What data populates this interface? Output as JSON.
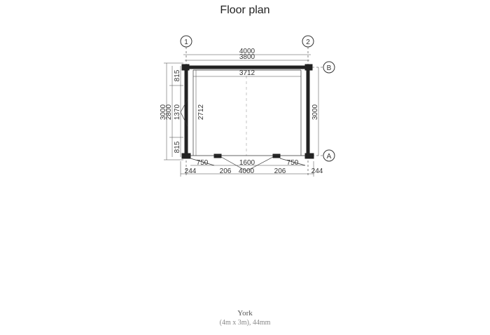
{
  "title": "Floor plan",
  "axes": {
    "col_1": "1",
    "col_2": "2",
    "row_A": "A",
    "row_B": "B"
  },
  "dimensions": {
    "top_outer": "4000",
    "top_inner": "3800",
    "interior_width": "3712",
    "left_outer": "3000",
    "left_inner": "2800",
    "left_segment_top": "815",
    "left_segment_mid": "1370",
    "left_segment_bottom": "815",
    "interior_depth": "2712",
    "right_outer": "3000",
    "bottom_window_left": "750",
    "bottom_door": "1600",
    "bottom_window_right": "750",
    "bottom_244_left": "244",
    "bottom_206_left": "206",
    "bottom_total": "4000",
    "bottom_206_right": "206",
    "bottom_244_right": "244"
  },
  "footer": {
    "model": "York",
    "spec": "(4m x 3m), 44mm"
  }
}
